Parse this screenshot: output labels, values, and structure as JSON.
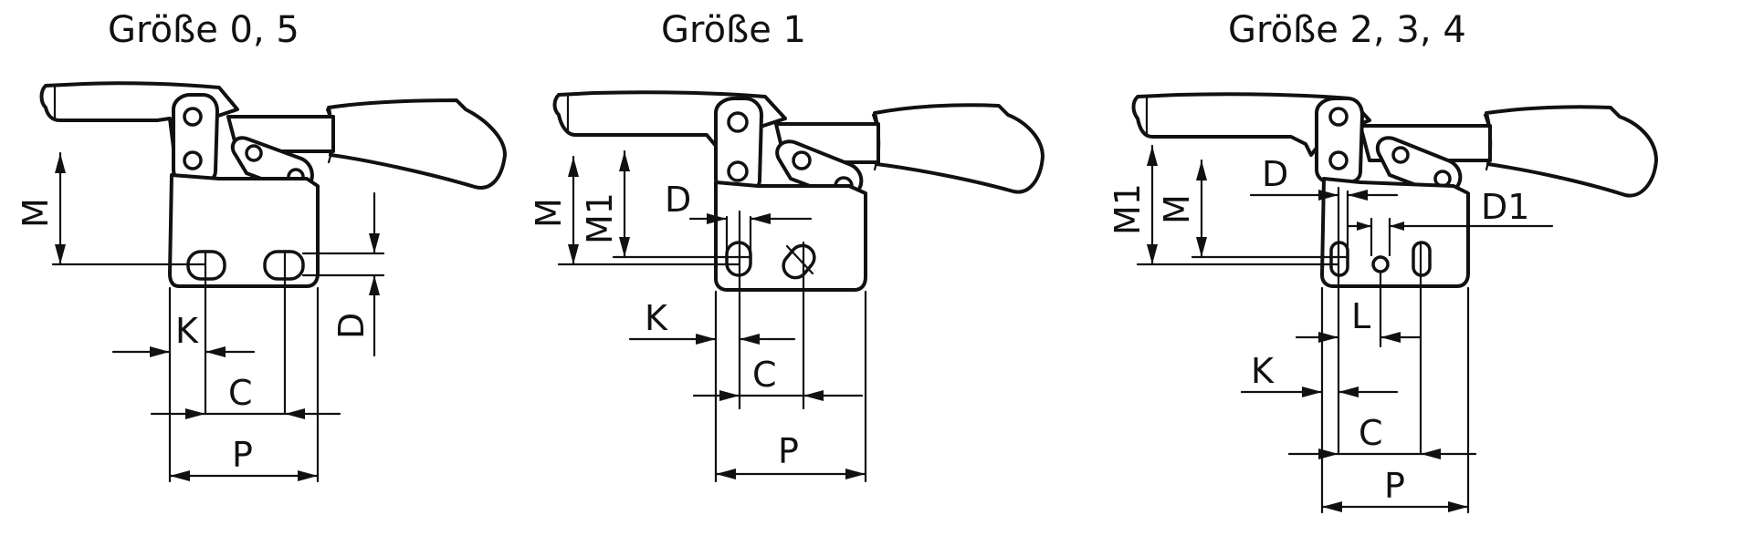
{
  "titles": {
    "size_a": "Größe 0, 5",
    "size_b": "Größe 1",
    "size_c": "Größe 2, 3, 4"
  },
  "labels": {
    "m": "M",
    "m1": "M1",
    "d": "D",
    "d1": "D1",
    "k": "K",
    "c": "C",
    "p": "P",
    "l": "L"
  },
  "colors": {
    "ink": "#111111",
    "paper": "#ffffff"
  }
}
